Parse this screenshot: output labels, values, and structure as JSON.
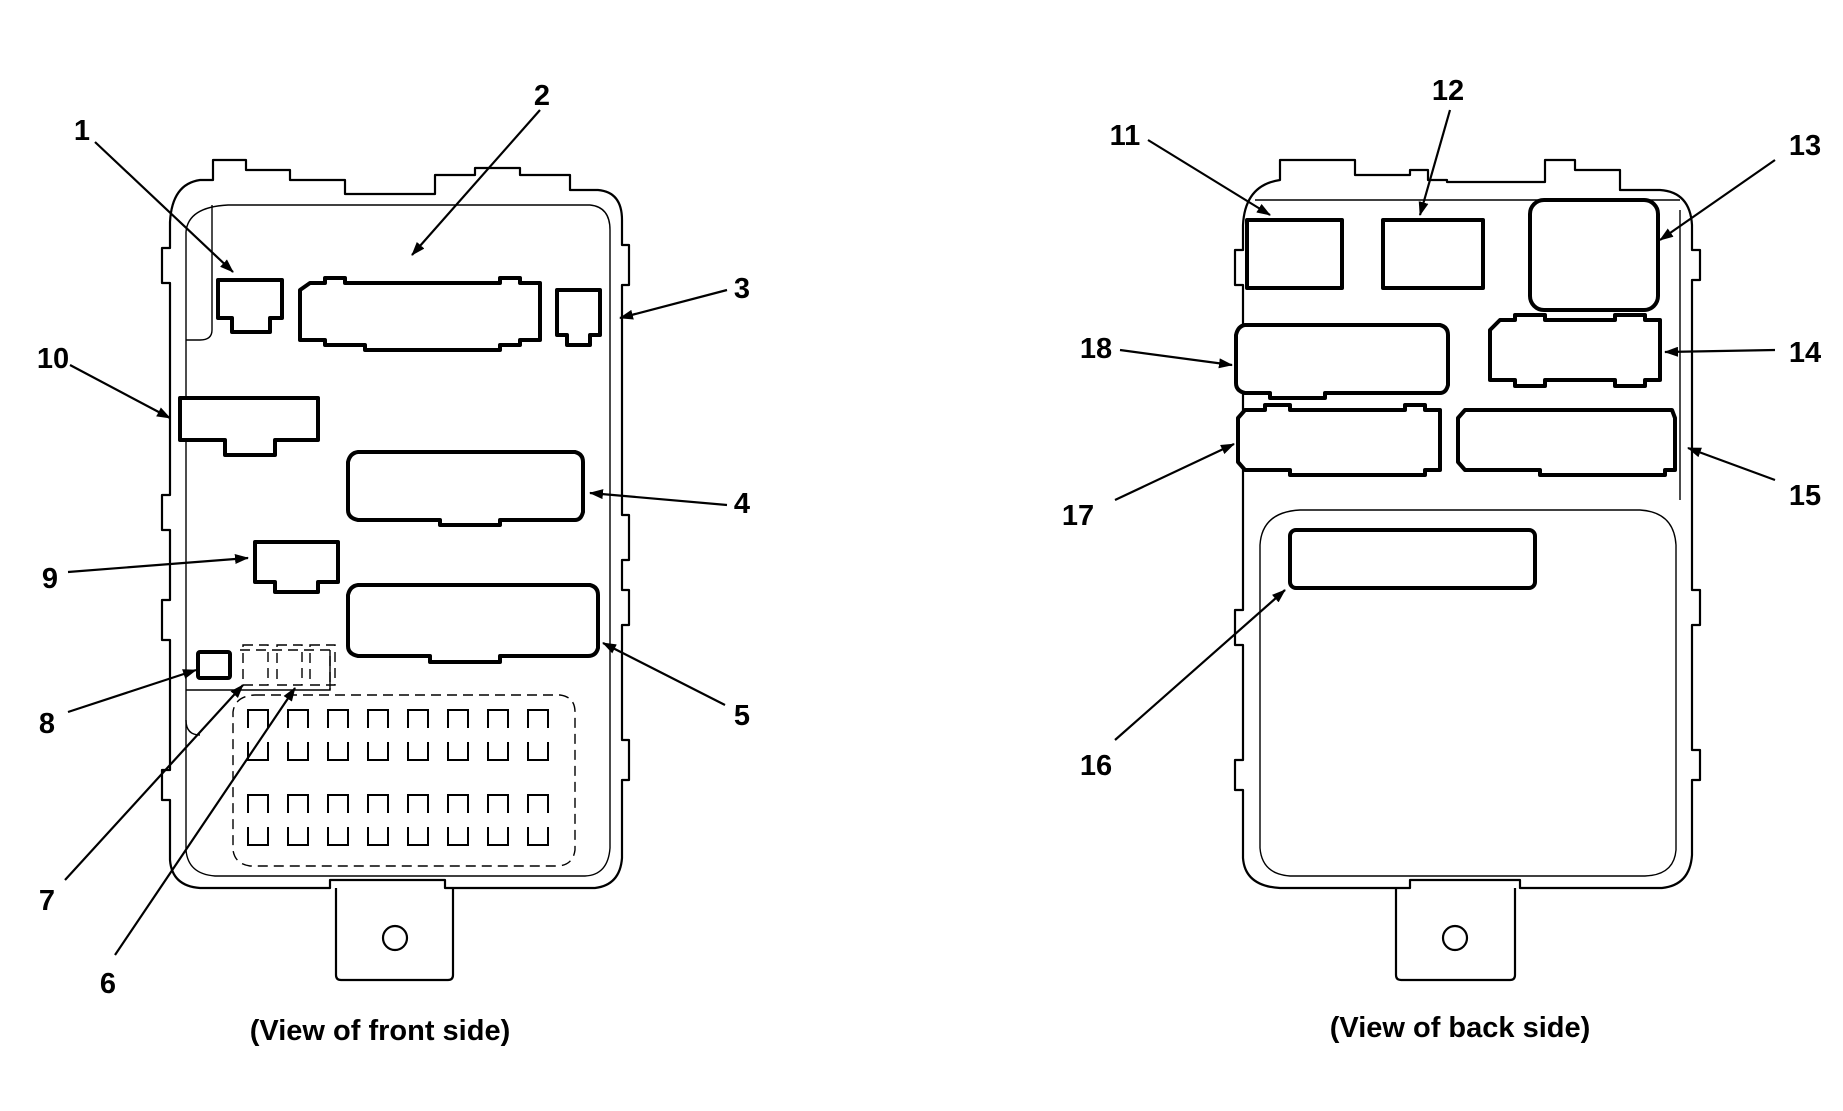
{
  "front": {
    "caption": "(View of front side)",
    "callouts": [
      "1",
      "2",
      "3",
      "4",
      "5",
      "6",
      "7",
      "8",
      "9",
      "10"
    ]
  },
  "back": {
    "caption": "(View of back side)",
    "callouts": [
      "11",
      "12",
      "13",
      "14",
      "15",
      "16",
      "17",
      "18"
    ]
  }
}
